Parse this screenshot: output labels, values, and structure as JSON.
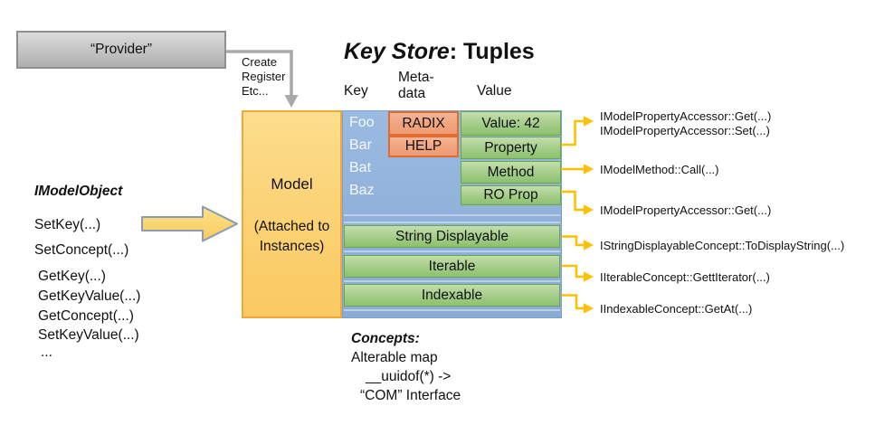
{
  "slide": {
    "provider_label": "“Provider”",
    "note": {
      "l1": "Create",
      "l2": "Register",
      "l3": "Etc..."
    },
    "title": {
      "em": "Key Store",
      "rest": ": Tuples"
    },
    "headers": {
      "key": "Key",
      "meta1": "Meta-",
      "meta2": "data",
      "value": "Value"
    },
    "model": {
      "name": "Model",
      "sub1": "(Attached to",
      "sub2": "Instances)"
    },
    "keys": [
      "Foo",
      "Bar",
      "Bat",
      "Baz"
    ],
    "metadata": [
      "RADIX",
      "HELP"
    ],
    "values": [
      "Value: 42",
      "Property",
      "Method",
      "RO Prop"
    ],
    "concept_bars": [
      "String Displayable",
      "Iterable",
      "Indexable"
    ],
    "left_panel": {
      "heading": "IModelObject",
      "methods": [
        "SetKey(...)",
        "SetConcept(...)",
        "GetKey(...)",
        "GetKeyValue(...)",
        "GetConcept(...)",
        "SetKeyValue(...)",
        "..."
      ]
    },
    "right_labels": [
      "IModelPropertyAccessor::Get(...)",
      "IModelPropertyAccessor::Set(...)",
      "IModelMethod::Call(...)",
      "IModelPropertyAccessor::Get(...)",
      "IStringDisplayableConcept::ToDisplayString(...)",
      "IIterableConcept::GettIterator(...)",
      "IIndexableConcept::GetAt(...)"
    ],
    "concepts": {
      "heading": "Concepts:",
      "l1": "Alterable map",
      "l2": "__uuidof(*) ->",
      "l3": "“COM” Interface"
    }
  },
  "colors": {
    "model_yellow": "#FACA61",
    "table_blue": "#90B1D9",
    "concept_green": "#A3CD87",
    "metadata_orange": "#F1A67F",
    "provider_gray": "#C3C3C3",
    "connector_yellow": "#FFC000",
    "connector_gray": "#A9A9A9"
  }
}
